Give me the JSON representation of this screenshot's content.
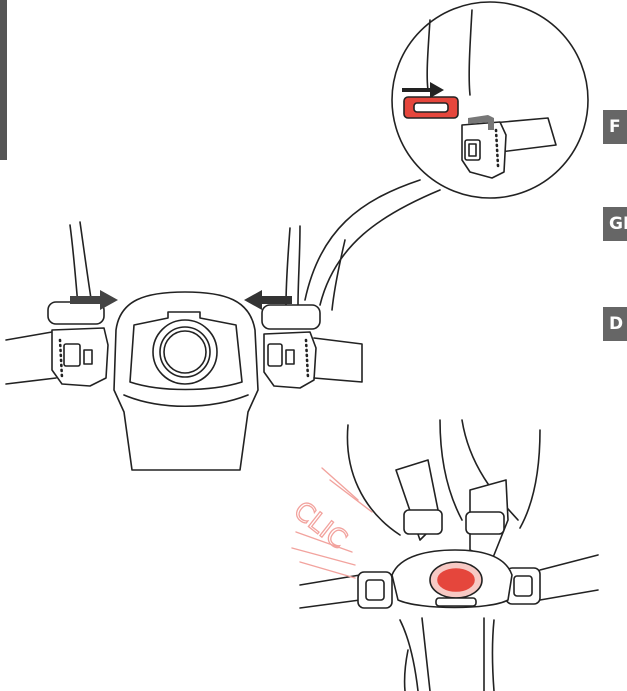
{
  "language_tabs": [
    {
      "label": "F"
    },
    {
      "label": "GB"
    },
    {
      "label": "D"
    }
  ],
  "illustration": {
    "click_text": "CLIC"
  },
  "colors": {
    "accent_red": "#e5463c",
    "light_red": "#f2a39e",
    "tab_gray": "#666666",
    "arrow_dark": "#333333"
  }
}
